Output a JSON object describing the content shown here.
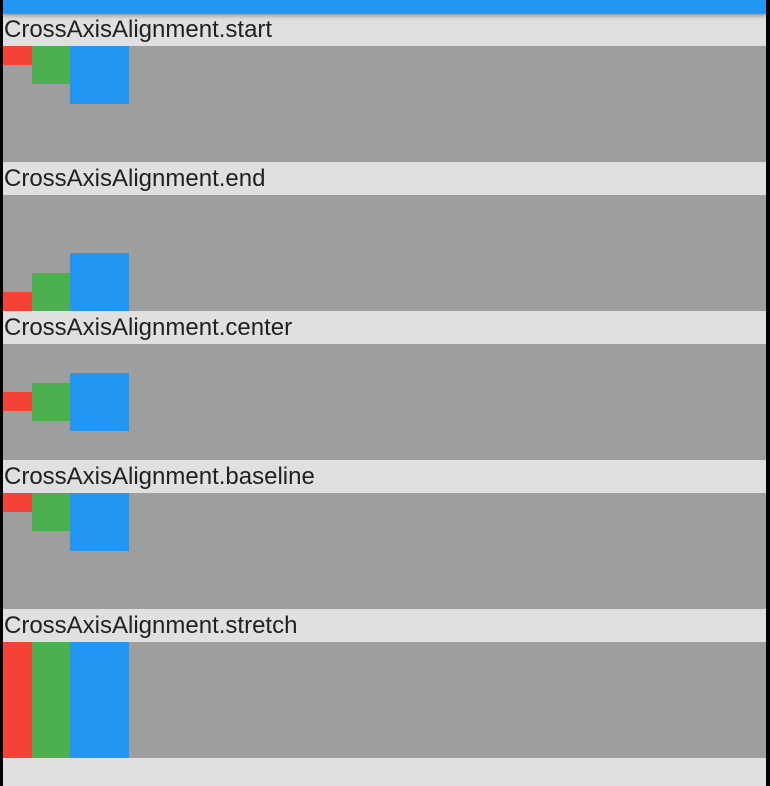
{
  "colors": {
    "app_bar": "#2196f3",
    "row_background": "#9e9e9e",
    "page_background": "#e0e0e0",
    "red_box": "#f44336",
    "green_box": "#4caf50",
    "blue_box": "#2196f3"
  },
  "sections": [
    {
      "label": "CrossAxisAlignment.start"
    },
    {
      "label": "CrossAxisAlignment.end"
    },
    {
      "label": "CrossAxisAlignment.center"
    },
    {
      "label": "CrossAxisAlignment.baseline"
    },
    {
      "label": "CrossAxisAlignment.stretch"
    }
  ]
}
